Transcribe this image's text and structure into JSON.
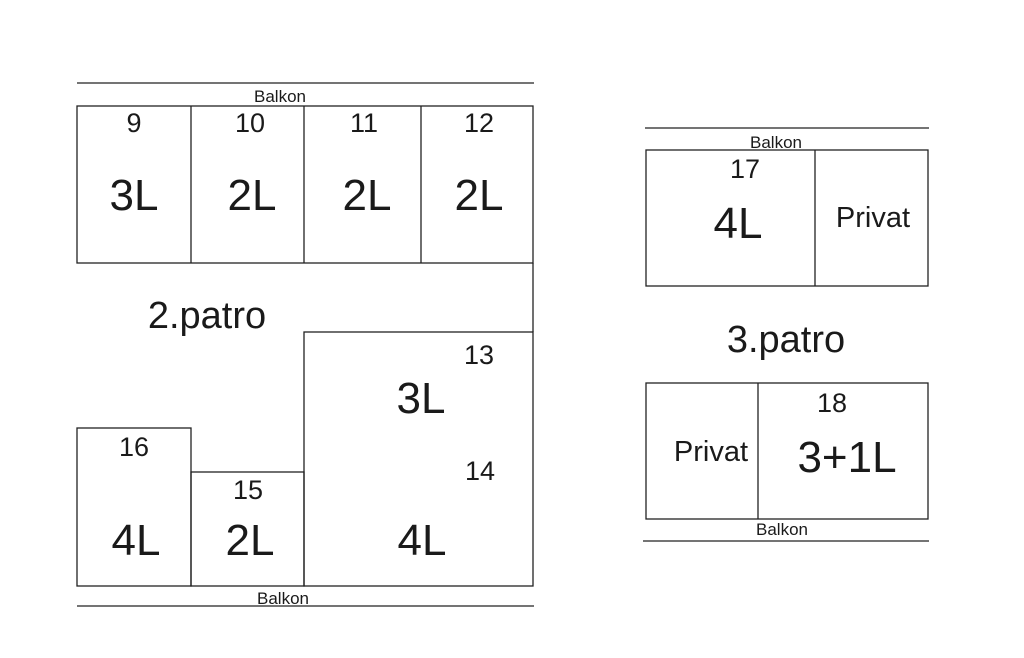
{
  "floor2": {
    "title": "2.patro",
    "balcony_top": "Balkon",
    "balcony_bottom": "Balkon",
    "apartments": [
      {
        "number": "9",
        "type": "3L"
      },
      {
        "number": "10",
        "type": "2L"
      },
      {
        "number": "11",
        "type": "2L"
      },
      {
        "number": "12",
        "type": "2L"
      },
      {
        "number": "13",
        "type": "3L"
      },
      {
        "number": "14",
        "type": "4L"
      },
      {
        "number": "15",
        "type": "2L"
      },
      {
        "number": "16",
        "type": "4L"
      }
    ]
  },
  "floor3": {
    "title": "3.patro",
    "balcony_top": "Balkon",
    "balcony_bottom": "Balkon",
    "apartments": [
      {
        "number": "17",
        "type": "4L",
        "side_label": "Privat"
      },
      {
        "number": "18",
        "type": "3+1L",
        "side_label": "Privat"
      }
    ]
  }
}
